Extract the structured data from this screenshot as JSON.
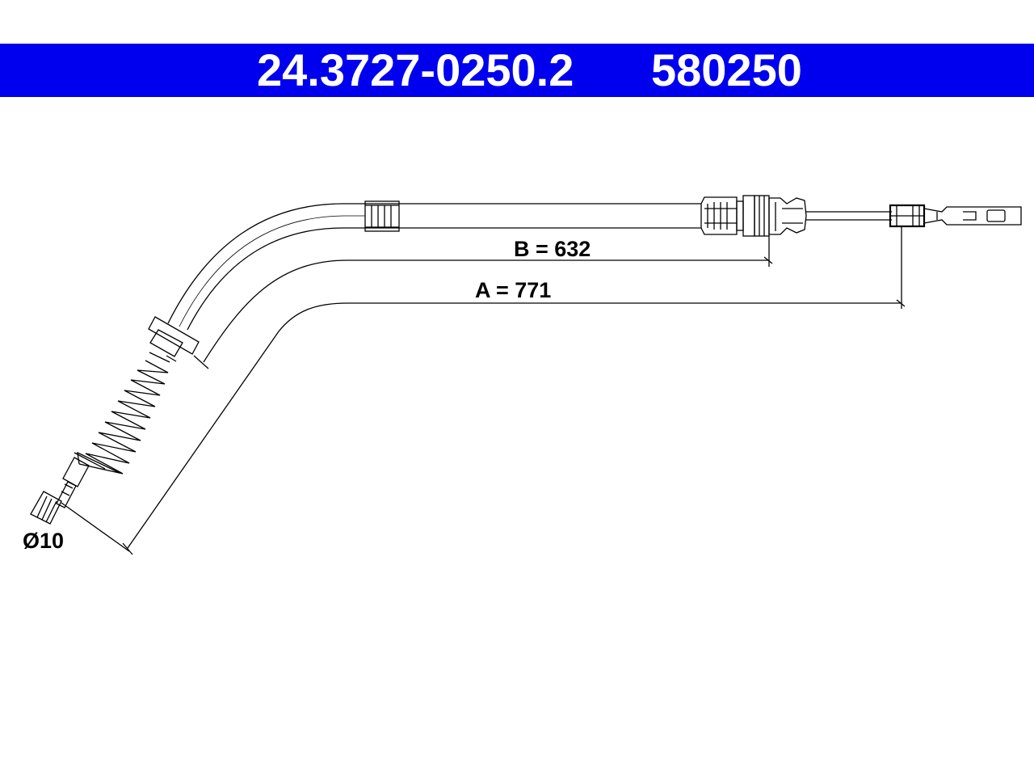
{
  "header": {
    "part_number": "24.3727-0250.2",
    "reference_number": "580250",
    "background_color": "#0000ee",
    "text_color": "#ffffff"
  },
  "dimensions": {
    "b_label": "B = 632",
    "a_label": "A = 771",
    "diameter_label": "Ø10"
  }
}
